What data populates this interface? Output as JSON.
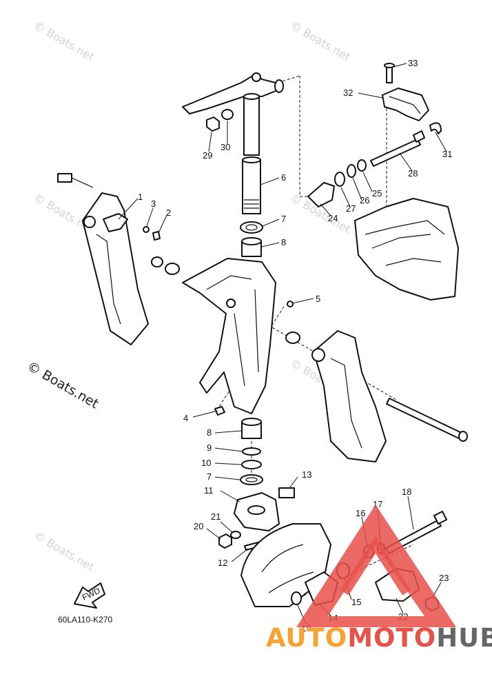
{
  "watermark": "© Boats.net",
  "diagram_code": "60LA110-K270",
  "fwd_label": "FWD",
  "logo": {
    "part1": "AUTO",
    "part2": "MOTO",
    "part3": "HUB"
  },
  "callouts": {
    "c1": "1",
    "c2": "2",
    "c3": "3",
    "c4": "4",
    "c5": "5",
    "c6": "6",
    "c7a": "7",
    "c7b": "7",
    "c8a": "8",
    "c8b": "8",
    "c9": "9",
    "c10": "10",
    "c11": "11",
    "c12": "12",
    "c13": "13",
    "c14": "14",
    "c15": "15",
    "c16": "16",
    "c17": "17",
    "c18": "18",
    "c19": "19",
    "c20": "20",
    "c21": "21",
    "c22": "22",
    "c23": "23",
    "c24": "24",
    "c25": "25",
    "c26": "26",
    "c27": "27",
    "c28": "28",
    "c29": "29",
    "c30": "30",
    "c31": "31",
    "c32": "32",
    "c33": "33"
  },
  "colors": {
    "logo_orange": "#f7a233",
    "logo_red": "#e8504a",
    "logo_gray": "#666666",
    "triangle_red": "#e8504a"
  }
}
